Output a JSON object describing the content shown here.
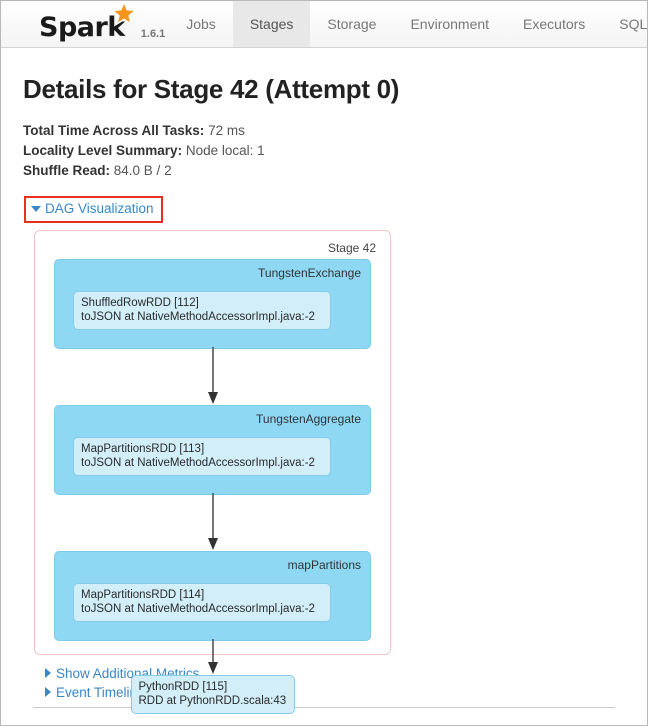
{
  "navbar": {
    "brand_name": "Spark",
    "brand_star_icon": "star-icon",
    "version": "1.6.1",
    "tabs": [
      {
        "label": "Jobs",
        "active": false
      },
      {
        "label": "Stages",
        "active": true
      },
      {
        "label": "Storage",
        "active": false
      },
      {
        "label": "Environment",
        "active": false
      },
      {
        "label": "Executors",
        "active": false
      },
      {
        "label": "SQL",
        "active": false
      }
    ]
  },
  "main": {
    "page_title": "Details for Stage 42 (Attempt 0)",
    "summary": [
      {
        "label": "Total Time Across All Tasks:",
        "value": "72 ms"
      },
      {
        "label": "Locality Level Summary:",
        "value": "Node local: 1"
      },
      {
        "label": "Shuffle Read:",
        "value": "84.0 B / 2"
      }
    ],
    "dag_toggle": {
      "label": "DAG Visualization",
      "expanded": true,
      "highlight_color": "#e8301e"
    },
    "dag": {
      "stage_label": "Stage 42",
      "clusters": [
        {
          "name": "TungstenExchange",
          "node": {
            "line1": "ShuffledRowRDD [112]",
            "line2": "toJSON at NativeMethodAccessorImpl.java:-2"
          }
        },
        {
          "name": "TungstenAggregate",
          "node": {
            "line1": "MapPartitionsRDD [113]",
            "line2": "toJSON at NativeMethodAccessorImpl.java:-2"
          }
        },
        {
          "name": "mapPartitions",
          "node": {
            "line1": "MapPartitionsRDD [114]",
            "line2": "toJSON at NativeMethodAccessorImpl.java:-2"
          }
        }
      ],
      "final_node": {
        "line1": "PythonRDD [115]",
        "line2": "RDD at PythonRDD.scala:43"
      },
      "colors": {
        "cluster_fill": "#8fd8f4",
        "node_fill": "#d2eff9",
        "container_border": "#f2c5ca",
        "edge": "#555555"
      }
    },
    "bottom_links": [
      {
        "label": "Show Additional Metrics",
        "expanded": false
      },
      {
        "label": "Event Timeline",
        "expanded": false
      }
    ]
  }
}
